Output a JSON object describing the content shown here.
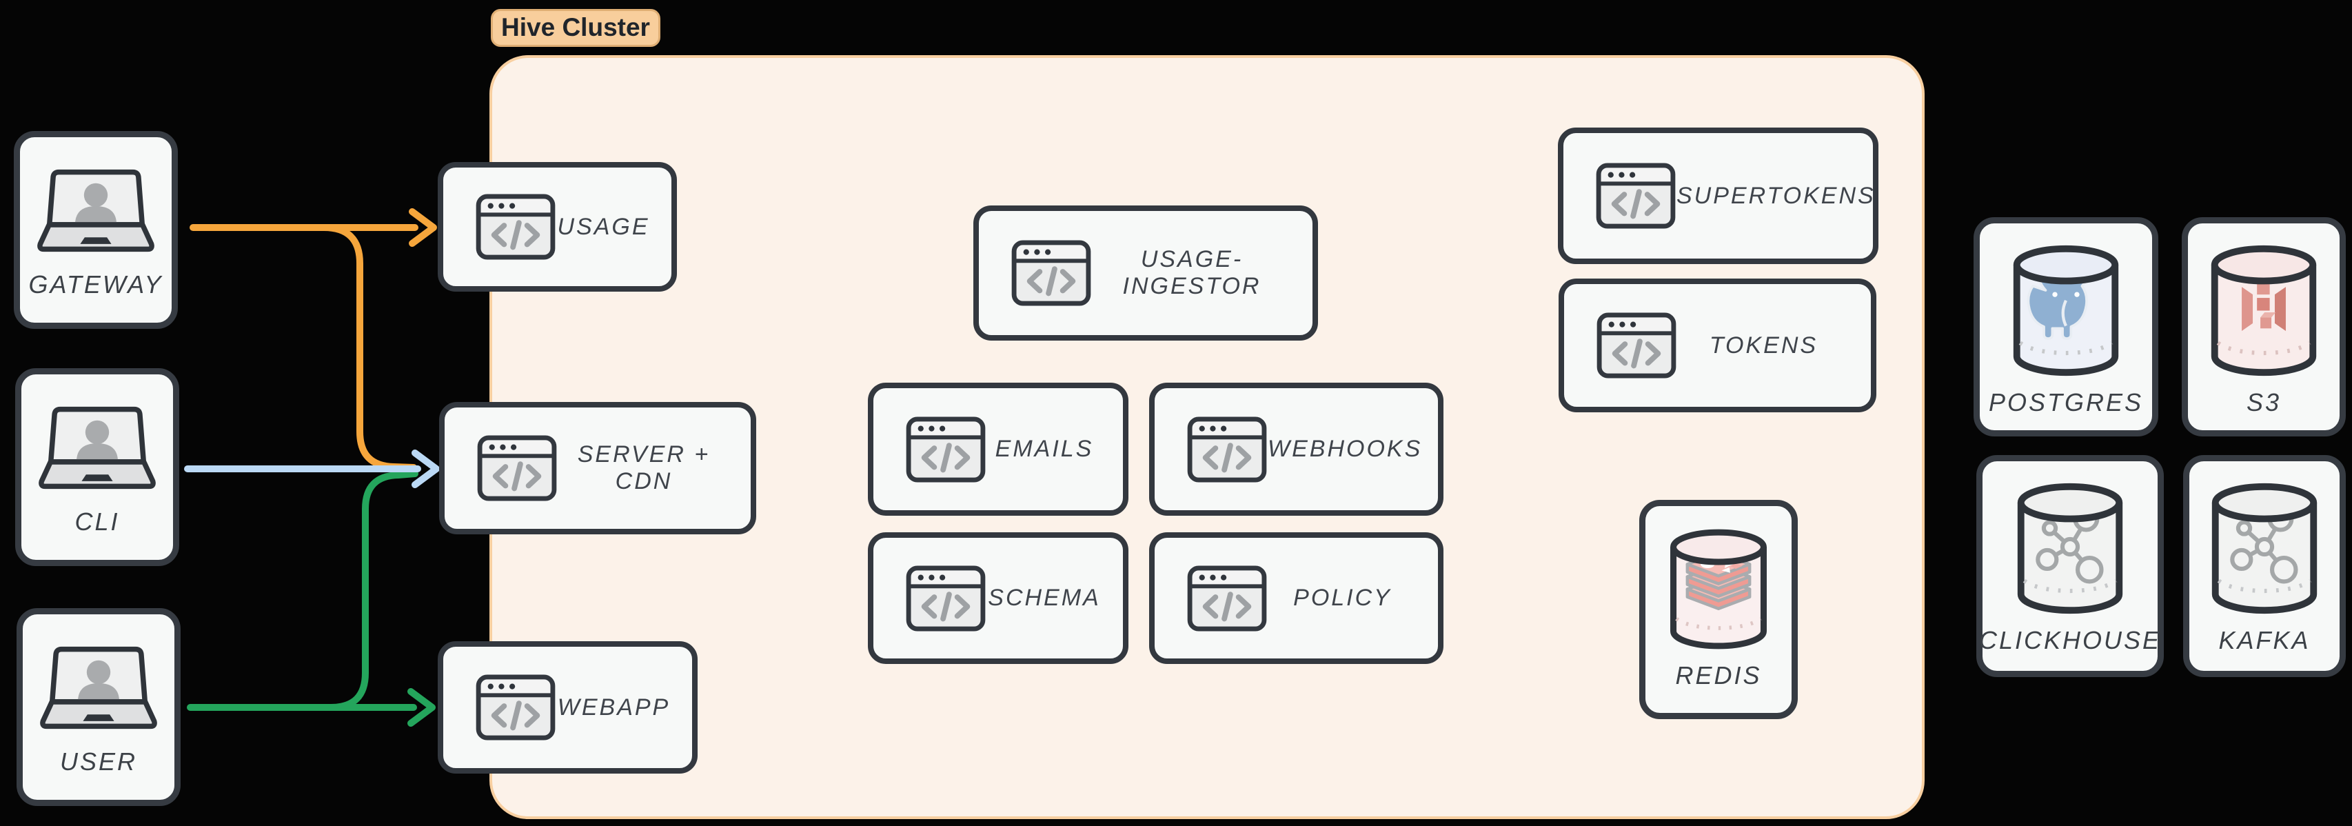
{
  "cluster": {
    "label": "Hive Cluster",
    "label_bg": "#F8CE9C",
    "label_border": "#DFAE74",
    "bg": "#FCF2E9",
    "border": "#F8CFA0"
  },
  "clients": [
    {
      "id": "gateway",
      "label": "GATEWAY",
      "icon": "laptop-user-icon"
    },
    {
      "id": "cli",
      "label": "CLI",
      "icon": "laptop-user-icon"
    },
    {
      "id": "user",
      "label": "USER",
      "icon": "laptop-user-icon"
    }
  ],
  "services": [
    {
      "id": "usage",
      "label": "USAGE",
      "icon": "code-window-icon"
    },
    {
      "id": "server-cdn",
      "label": "SERVER + CDN",
      "icon": "code-window-icon"
    },
    {
      "id": "webapp",
      "label": "WEBAPP",
      "icon": "code-window-icon"
    },
    {
      "id": "usage-ingestor",
      "label": "USAGE-INGESTOR",
      "icon": "code-window-icon"
    },
    {
      "id": "emails",
      "label": "EMAILS",
      "icon": "code-window-icon"
    },
    {
      "id": "webhooks",
      "label": "WEBHOOKS",
      "icon": "code-window-icon"
    },
    {
      "id": "schema",
      "label": "SCHEMA",
      "icon": "code-window-icon"
    },
    {
      "id": "policy",
      "label": "POLICY",
      "icon": "code-window-icon"
    },
    {
      "id": "supertokens",
      "label": "SUPERTOKENS",
      "icon": "code-window-icon"
    },
    {
      "id": "tokens",
      "label": "TOKENS",
      "icon": "code-window-icon"
    }
  ],
  "redis": {
    "label": "REDIS",
    "icon": "redis-cylinder-icon"
  },
  "databases": [
    {
      "id": "postgres",
      "label": "POSTGRES",
      "icon": "postgres-cylinder-icon"
    },
    {
      "id": "s3",
      "label": "S3",
      "icon": "s3-cylinder-icon"
    },
    {
      "id": "clickhouse",
      "label": "CLICKHOUSE",
      "icon": "network-cylinder-icon"
    },
    {
      "id": "kafka",
      "label": "KAFKA",
      "icon": "network-cylinder-icon"
    }
  ],
  "edges": [
    {
      "from": "GATEWAY",
      "to": "USAGE",
      "color": "#F6A63C"
    },
    {
      "from": "GATEWAY",
      "to": "SERVER + CDN",
      "color": "#F6A63C"
    },
    {
      "from": "CLI",
      "to": "SERVER + CDN",
      "color": "#BBD9F5"
    },
    {
      "from": "USER",
      "to": "SERVER + CDN",
      "color": "#24A55C"
    },
    {
      "from": "USER",
      "to": "WEBAPP",
      "color": "#24A55C"
    }
  ],
  "colors": {
    "node_fill": "#F7F9F8",
    "node_border": "#363B42",
    "label_text": "#3C4147",
    "orange": "#F6A63C",
    "blue": "#BBD9F5",
    "green": "#24A55C"
  }
}
